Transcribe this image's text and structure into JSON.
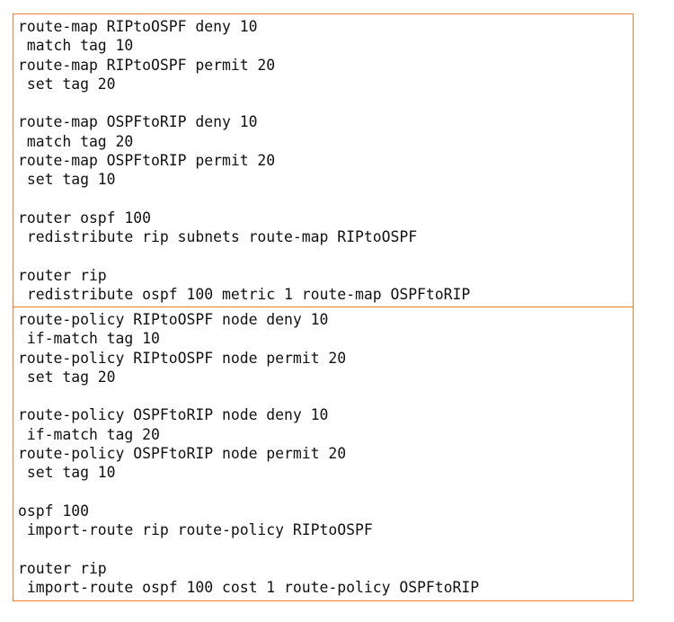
{
  "config_blocks": [
    {
      "name": "cisco-config",
      "lines": [
        "route-map RIPtoOSPF deny 10",
        " match tag 10",
        "route-map RIPtoOSPF permit 20",
        " set tag 20",
        "",
        "route-map OSPFtoRIP deny 10",
        " match tag 20",
        "route-map OSPFtoRIP permit 20",
        " set tag 10",
        "",
        "router ospf 100",
        " redistribute rip subnets route-map RIPtoOSPF",
        "",
        "router rip",
        " redistribute ospf 100 metric 1 route-map OSPFtoRIP"
      ]
    },
    {
      "name": "huawei-config",
      "lines": [
        "route-policy RIPtoOSPF node deny 10",
        " if-match tag 10",
        "route-policy RIPtoOSPF node permit 20",
        " set tag 20",
        "",
        "route-policy OSPFtoRIP node deny 10",
        " if-match tag 20",
        "route-policy OSPFtoRIP node permit 20",
        " set tag 10",
        "",
        "ospf 100",
        " import-route rip route-policy RIPtoOSPF",
        "",
        "router rip",
        " import-route ospf 100 cost 1 route-policy OSPFtoRIP"
      ]
    }
  ],
  "colors": {
    "border": "#ed7d31",
    "text": "#111111",
    "background": "#ffffff"
  }
}
